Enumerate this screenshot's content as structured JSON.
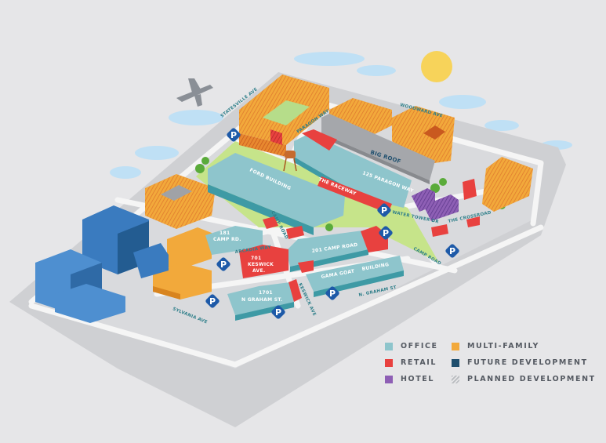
{
  "streets": {
    "statesville": "STATESVILLE AVE",
    "woodward": "WOODWARD AVE",
    "paragon_way": "PARAGON WAY",
    "camp_road_west": "CAMP ROAD",
    "arcadia_way": "ARCADIA WAY",
    "raceway": "THE RACEWAY",
    "water_tower": "WATER TOWER DR",
    "crossroad": "THE CROSSROAD",
    "camp_road_east": "CAMP ROAD",
    "keswick": "KESWICK AVE",
    "graham": "N. GRAHAM ST",
    "sylvania": "SYLVANIA AVE"
  },
  "buildings": {
    "big_roof": "BIG ROOF",
    "paragon": "125 PARAGON WAY",
    "ford": "FORD BUILDING",
    "camp_rd_181_line1": "181",
    "camp_rd_181_line2": "CAMP RD.",
    "camp_road_201": "201 CAMP ROAD",
    "keswick_701_line1": "701",
    "keswick_701_line2": "KESWICK",
    "keswick_701_line3": "AVE.",
    "graham_1701_line1": "1701",
    "graham_1701_line2": "N GRAHAM ST.",
    "gama_goat": "GAMA GOAT",
    "building": "BUILDING"
  },
  "parking_label": "P",
  "legend": [
    {
      "label": "OFFICE",
      "color": "#8ec5cc"
    },
    {
      "label": "RETAIL",
      "color": "#e8413f"
    },
    {
      "label": "HOTEL",
      "color": "#8e5fb5"
    },
    {
      "label": "MULTI-FAMILY",
      "color": "#f2a93b"
    },
    {
      "label": "FUTURE DEVELOPMENT",
      "color": "#1f4f6e"
    },
    {
      "label": "PLANNED DEVELOPMENT",
      "color": "hatched"
    }
  ],
  "colors": {
    "office": "#7fc0c6",
    "retail": "#e8413f",
    "hotel": "#8e5fb5",
    "multi_family": "#f2a93b",
    "future": "#3a7bbf",
    "park": "#c6e48a",
    "parking": "#1e5aa8"
  }
}
